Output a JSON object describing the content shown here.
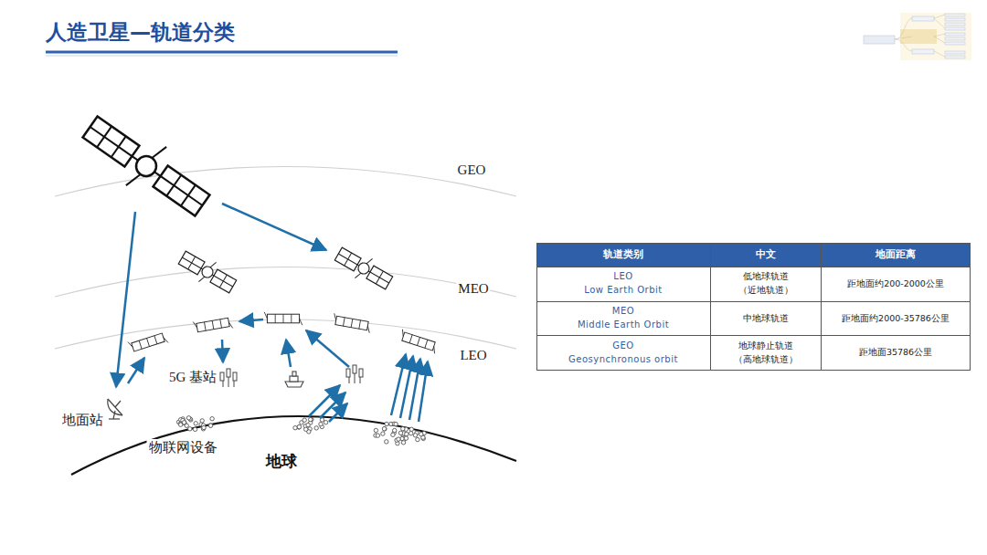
{
  "diagram": {
    "title": "人造卫星—轨道分类",
    "labels": [
      "GEO",
      "MEO",
      "LEO",
      "5G 基站",
      "地面站",
      "物联网设备",
      "地球",
      "轨道类别",
      "中文",
      "地面距离",
      "LEO",
      "Low Earth Orbit",
      "低地球轨道",
      "（近地轨道）",
      "距地面约200-2000公里",
      "MEO",
      "Middle Earth Orbit",
      "中地球轨道",
      "距地面约2000-35786公里",
      "GEO",
      "Geosynchronous orbit",
      "地球静止轨道",
      "（高地球轨道）",
      "距地面35786公里"
    ]
  }
}
